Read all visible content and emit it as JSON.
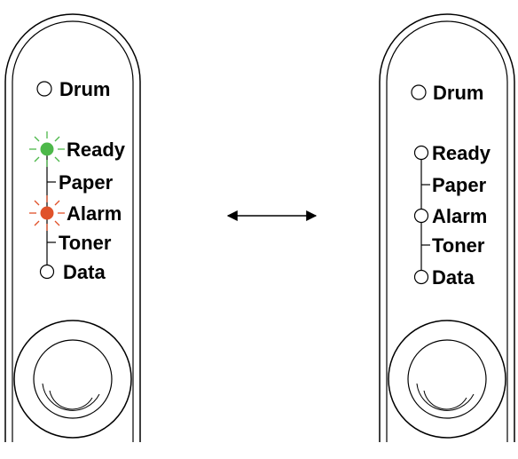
{
  "left_panel": {
    "labels": {
      "drum": "Drum",
      "ready": "Ready",
      "paper": "Paper",
      "alarm": "Alarm",
      "toner": "Toner",
      "data": "Data"
    },
    "leds": {
      "drum": "off",
      "ready": "blinking",
      "alarm": "blinking",
      "data": "off"
    },
    "ready_color": "#4db84a",
    "alarm_color": "#e0522a"
  },
  "right_panel": {
    "labels": {
      "drum": "Drum",
      "ready": "Ready",
      "paper": "Paper",
      "alarm": "Alarm",
      "toner": "Toner",
      "data": "Data"
    },
    "leds": {
      "drum": "off",
      "ready": "off",
      "alarm": "off",
      "data": "off"
    }
  },
  "arrow": {
    "direction": "both"
  }
}
